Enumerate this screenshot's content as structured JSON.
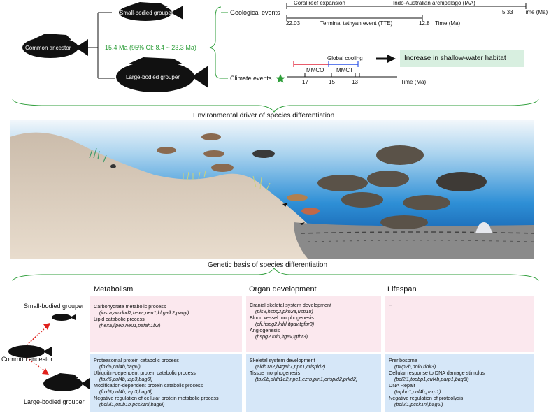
{
  "top": {
    "nodes": {
      "small": "Small-bodied grouper",
      "common": "Common ancestor",
      "large": "Large-bodied grouper"
    },
    "divergence": "15.4 Ma (95% CI: 8.4 ~ 23.3 Ma)",
    "geological": {
      "label": "Geological events",
      "coral_reef": "Coral reef expansion",
      "iaa": "Indo-Australian archipelago (IAA)",
      "tte": "Terminal tethyan event (TTE)",
      "t_5_33": "5.33",
      "t_22_03": "22.03",
      "t_12_8": "12.8",
      "time_unit": "Time (Ma)"
    },
    "climate": {
      "label": "Climate events",
      "global_cooling": "Global cooling",
      "mmco": "MMCO",
      "mmct": "MMCT",
      "t17": "17",
      "t15": "15",
      "t13": "13",
      "time_unit": "Time (Ma)"
    },
    "habitat": "Increase in shallow-water habitat",
    "colors": {
      "green_text": "#2e9e3a",
      "habitat_box": "#d8efe0",
      "mmco_line": "#e2263b",
      "mmct_line": "#2e55e8",
      "star": "#2e9e3a"
    }
  },
  "env_title": "Environmental driver of species differentiation",
  "genetic_title": "Genetic basis of species differentiation",
  "bottom": {
    "small": "Small-bodied grouper",
    "common": "Common ancestor",
    "large": "Large-bodied grouper",
    "headers": {
      "metabolism": "Metabolism",
      "organ": "Organ development",
      "lifespan": "Lifespan"
    },
    "small_metabolism": [
      {
        "term": "Carbohydrate metabolic process",
        "genes": "(insra,amdhd2,hexa,neu1,kl,galk2,pargl)"
      },
      {
        "term": "Lipid catabolic process",
        "genes": "(hexa,lipeb,neu1,pafah1b2)"
      }
    ],
    "small_organ": [
      {
        "term": "Cranial skeletal system development",
        "genes": "(pls3,hspg2,pkn2a,usp18)"
      },
      {
        "term": "Blood vessel morphogenesis",
        "genes": "(cfi,hspg2,kdrl,itgav,tgfbr3)"
      },
      {
        "term": "Angiogenesis",
        "genes": "(hspg2,kdrl,itgav,tgfbr3)"
      }
    ],
    "small_lifespan": "–",
    "large_metabolism": [
      {
        "term": "Proteasomal protein catabolic process",
        "genes": "(fbxl5,cul4b,bag6l)"
      },
      {
        "term": "Ubiquitin-dependent protein catabolic process",
        "genes": "(fbxl5,cul4b,usp3,bag6l)"
      },
      {
        "term": "Modification-dependent protein catabolic process",
        "genes": "(fbxl5,cul4b,usp3,bag6l)"
      },
      {
        "term": "Negative regulation of cellular protein metabolic process",
        "genes": "(bcl2l1,otub1b,pcsk1nl,bag6l)"
      }
    ],
    "large_organ": [
      {
        "term": "Skeletal system development",
        "genes": "(aldh1a2,b4galt7,npc1,crispld2)"
      },
      {
        "term": "Tissue morphogenesis",
        "genes": "(tbx2b,aldh1a2,npc1,ezrb,pfn1,crispld2,prkd2)"
      }
    ],
    "large_lifespan": [
      {
        "term": "Preribosome",
        "genes": "(pwp2h,nol6,riok3)"
      },
      {
        "term": "Cellular response to DNA damage stimulus",
        "genes": "(bcl2l1,topbp1,cul4b,parp1,bag6l)"
      },
      {
        "term": "DNA Repair",
        "genes": "(topbp1,cul4b,parp1)"
      },
      {
        "term": "Negative regulation of proteolysis",
        "genes": "(bcl2l1,pcsk1nl,bag6l)"
      }
    ],
    "colors": {
      "pink": "#fbe8ee",
      "blue": "#d6e7f8",
      "arrow": "#e0201c"
    }
  }
}
